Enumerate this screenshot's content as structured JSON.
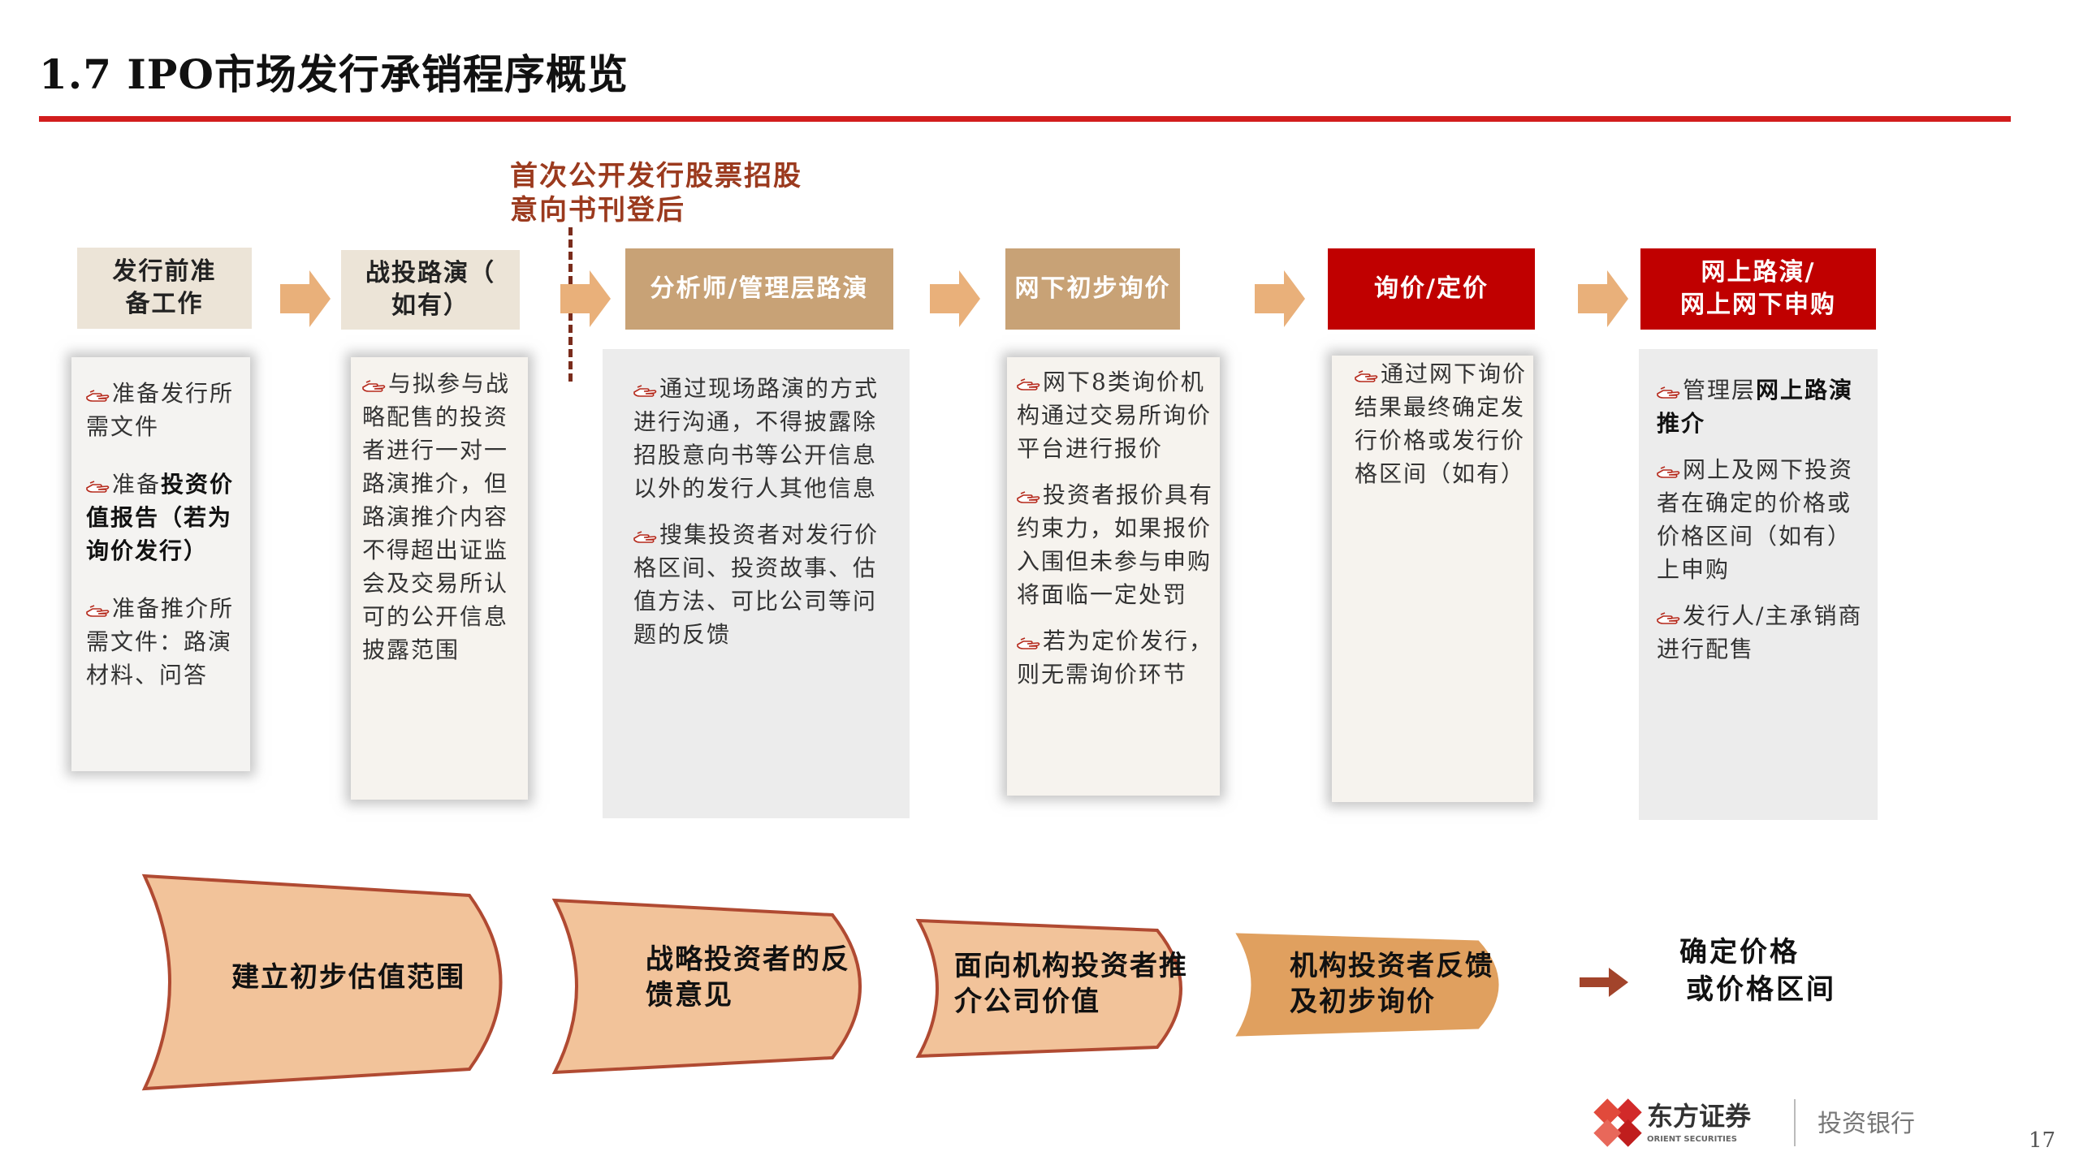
{
  "title": "1.7 IPO市场发行承销程序概览",
  "annotation": {
    "line1": "首次公开发行股票招股",
    "line2": "意向书刊登后"
  },
  "stages": [
    {
      "header": {
        "line1": "发行前准",
        "line2": "备工作"
      },
      "items": [
        {
          "text": "准备发行所需文件"
        },
        {
          "prefix": "准备",
          "bold": "投资价值报告（若为询价发行）"
        },
        {
          "text": "准备推介所需文件：路演材料、问答"
        }
      ]
    },
    {
      "header": {
        "line1": "战投路演（",
        "line2": "如有）"
      },
      "items": [
        {
          "text": "与拟参与战略配售的投资者进行一对一路演推介，但路演推介内容不得超出证监会及交易所认可的公开信息披露范围"
        }
      ]
    },
    {
      "header": {
        "line1": "分析师/管理层路演",
        "line2": ""
      },
      "items": [
        {
          "text": "通过现场路演的方式进行沟通，不得披露除招股意向书等公开信息以外的发行人其他信息"
        },
        {
          "text": "搜集投资者对发行价格区间、投资故事、估值方法、可比公司等问题的反馈"
        }
      ]
    },
    {
      "header": {
        "line1": "网下初步询价",
        "line2": ""
      },
      "items": [
        {
          "text": "网下8类询价机构通过交易所询价平台进行报价"
        },
        {
          "text": "投资者报价具有约束力，如果报价入围但未参与申购将面临一定处罚"
        },
        {
          "text": "若为定价发行，则无需询价环节"
        }
      ]
    },
    {
      "header": {
        "line1": "询价/定价",
        "line2": ""
      },
      "items": [
        {
          "text": "通过网下询价结果最终确定发行价格或发行价格区间（如有）"
        }
      ]
    },
    {
      "header": {
        "line1": "网上路演/",
        "line2": "网上网下申购"
      },
      "items": [
        {
          "prefix": "管理层",
          "bold": "网上路演推介"
        },
        {
          "text": "网上及网下投资者在确定的价格或价格区间（如有）上申购"
        },
        {
          "text": "发行人/主承销商进行配售"
        }
      ]
    }
  ],
  "phases": [
    {
      "line1": "建立初步估值范围",
      "line2": ""
    },
    {
      "line1": "战略投资者的反",
      "line2": "馈意见"
    },
    {
      "line1": "面向机构投资者推",
      "line2": "介公司价值"
    },
    {
      "line1": "机构投资者反馈",
      "line2": "及初步询价"
    }
  ],
  "result": {
    "line1": "确定价格",
    "line2": "或价格区间"
  },
  "footer": {
    "brand": "东方证券",
    "brand_en": "ORIENT SECURITIES",
    "division": "投资银行",
    "page_number": "17"
  },
  "colors": {
    "accent_red": "#c00000",
    "rule_red": "#d21d1d",
    "tan": "#c8a276",
    "light_header": "#ece4d7",
    "arrow": "#e9b07a",
    "phase_fill": "#f2c39a",
    "phase_stroke": "#b04a32"
  }
}
